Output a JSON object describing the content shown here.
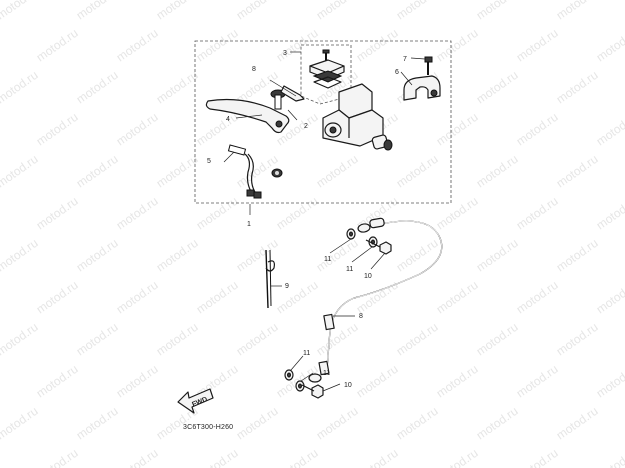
{
  "watermark": "motod.ru",
  "diagram_code": "3C6T300-H260",
  "fwd_label": "FWD",
  "callouts": [
    {
      "id": "c1",
      "label": "1"
    },
    {
      "id": "c2",
      "label": "2"
    },
    {
      "id": "c3",
      "label": "3"
    },
    {
      "id": "c4",
      "label": "4"
    },
    {
      "id": "c5",
      "label": "5"
    },
    {
      "id": "c6",
      "label": "6"
    },
    {
      "id": "c7",
      "label": "7"
    },
    {
      "id": "c8a",
      "label": "8"
    },
    {
      "id": "c8b",
      "label": "8"
    },
    {
      "id": "c9",
      "label": "9"
    },
    {
      "id": "c10a",
      "label": "10"
    },
    {
      "id": "c10b",
      "label": "10"
    },
    {
      "id": "c11a",
      "label": "11"
    },
    {
      "id": "c11b",
      "label": "11"
    },
    {
      "id": "c11c",
      "label": "11"
    },
    {
      "id": "c11d",
      "label": "11"
    }
  ]
}
